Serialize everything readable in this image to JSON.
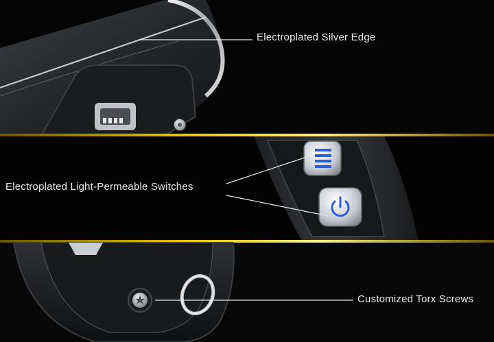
{
  "callouts": {
    "edge": "Electroplated Silver Edge",
    "switches": "Electroplated Light-Permeable Switches",
    "screws": "Customized Torx Screws"
  },
  "colors": {
    "background": "#000000",
    "gold_divider": "#e5c200",
    "button_glyph": "#2e5bd6",
    "callout_text": "#eaeaea"
  },
  "icons": {
    "menu_button": "menu-lines-icon",
    "power_button": "power-icon",
    "screw": "torx-screw-icon"
  }
}
